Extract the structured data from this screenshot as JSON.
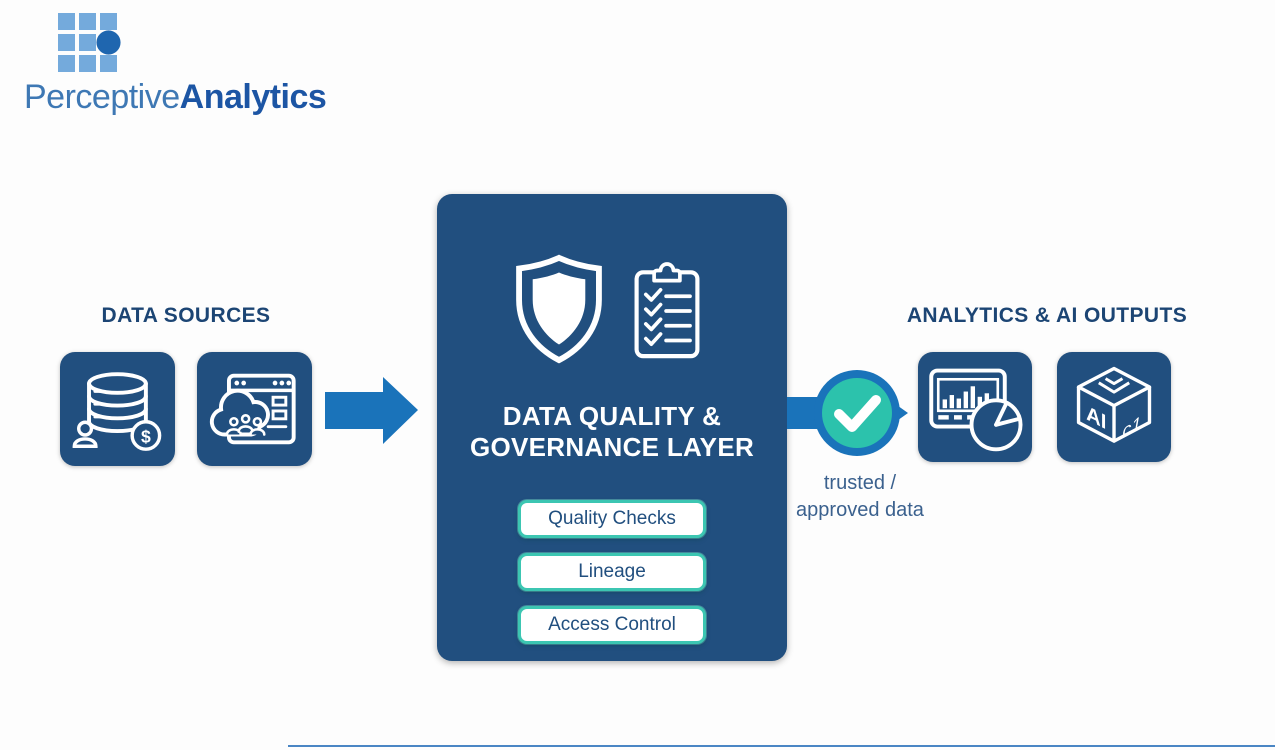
{
  "logo": {
    "name_light": "Perceptive",
    "name_bold": "Analytics"
  },
  "data_sources": {
    "title": "DATA SOURCES",
    "database_symbol": "$"
  },
  "governance": {
    "title_line1": "DATA QUALITY &",
    "title_line2": "GOVERNANCE LAYER",
    "buttons": [
      {
        "label": "Quality Checks"
      },
      {
        "label": "Lineage"
      },
      {
        "label": "Access Control"
      }
    ]
  },
  "flow": {
    "label_line1": "trusted /",
    "label_line2": "approved data"
  },
  "outputs": {
    "title": "ANALYTICS & AI OUTPUTS",
    "cube_face_left": "AI",
    "cube_face_right": "c1"
  },
  "colors": {
    "panel_blue": "#214f7f",
    "arrow_blue": "#1a73ba",
    "teal_fill": "#2cc2ac",
    "teal_border": "#3cc6b2",
    "heading_navy": "#1c4574",
    "label_blue": "#3b618e",
    "logo_square_blue": "#74aadc",
    "logo_circle_blue": "#1f66af",
    "logo_text_light": "#3e78b4",
    "logo_text_dark": "#1c55a4"
  }
}
